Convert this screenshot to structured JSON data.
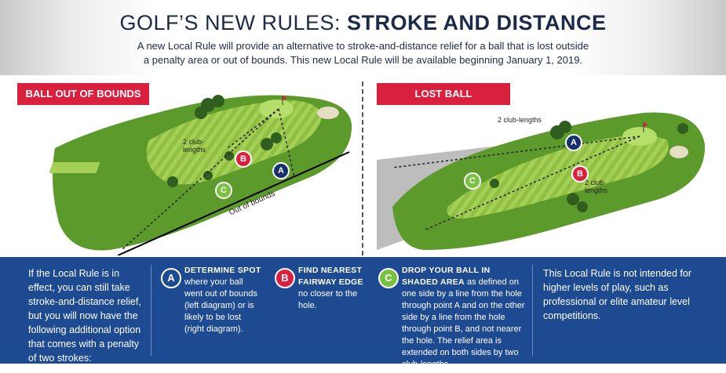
{
  "header": {
    "title_light": "GOLF’S NEW RULES: ",
    "title_bold": "STROKE AND DISTANCE",
    "subtitle_line1": "A new Local Rule will provide an alternative to stroke-and-distance relief for a ball that is lost outside",
    "subtitle_line2": "a penalty area or out of bounds. This new Local Rule will be available beginning January 1, 2019."
  },
  "left_diagram": {
    "label": "BALL OUT OF BOUNDS",
    "club_lengths": "2 club-\nlengths",
    "out_of_bounds": "Out of bounds",
    "marker_a": "A",
    "marker_b": "B",
    "marker_c": "C"
  },
  "right_diagram": {
    "label": "LOST BALL",
    "club_lengths_top": "2 club-lengths",
    "club_lengths_side": "2 club-\nlengths",
    "marker_a": "A",
    "marker_b": "B",
    "marker_c": "C"
  },
  "panel": {
    "intro": "If the Local Rule is in effect, you can still take stroke-and-distance relief, but you will now have the following additional option that comes with a penalty of two strokes:",
    "step_a": {
      "letter": "A",
      "heading": "DETERMINE SPOT",
      "body": "where your ball went out of bounds (left diagram) or is likely to be lost (right diagram)."
    },
    "step_b": {
      "letter": "B",
      "heading": "FIND NEAREST FAIRWAY EDGE",
      "body": "no closer to the hole."
    },
    "step_c": {
      "letter": "C",
      "heading": "DROP YOUR BALL IN SHADED AREA",
      "body": "as defined on one side by a line from the hole through point A and on the other side by a line from the hole through point B, and not nearer the hole. The relief area is extended on both sides by two club-lengths."
    },
    "note": "This Local Rule is not intended for higher levels of play, such as professional or elite amateur level competitions."
  },
  "colors": {
    "accent_red": "#d9203f",
    "navy": "#15306b",
    "panel_blue": "#1d4a91",
    "grass": "#6aa22f",
    "fairway": "#93c447"
  }
}
